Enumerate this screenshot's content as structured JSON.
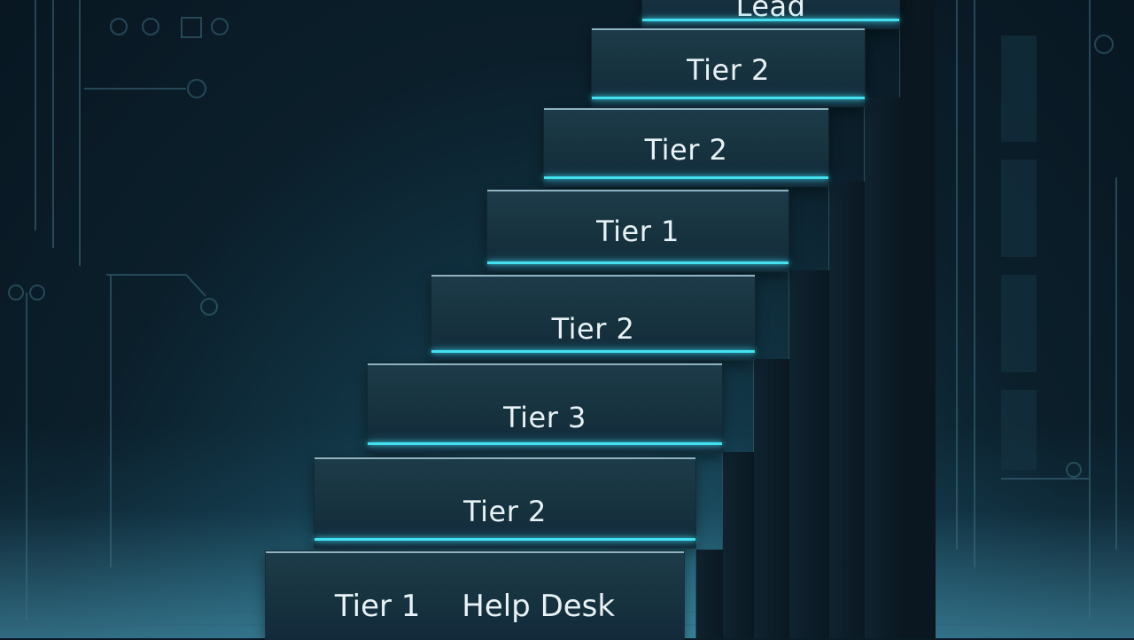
{
  "steps": [
    {
      "label": "Tier 1",
      "secondary_label": "Help Desk"
    },
    {
      "label": "Tier 2"
    },
    {
      "label": "Tier 3"
    },
    {
      "label": "Tier 2"
    },
    {
      "label": "Tier 1"
    },
    {
      "label": "Tier 2"
    },
    {
      "label": "Tier 2"
    },
    {
      "label": "Lead"
    }
  ],
  "colors": {
    "background": "#0b1f2b",
    "step_face": "#17323f",
    "accent_glow": "#43e0f0",
    "text": "#e8f2f6"
  }
}
